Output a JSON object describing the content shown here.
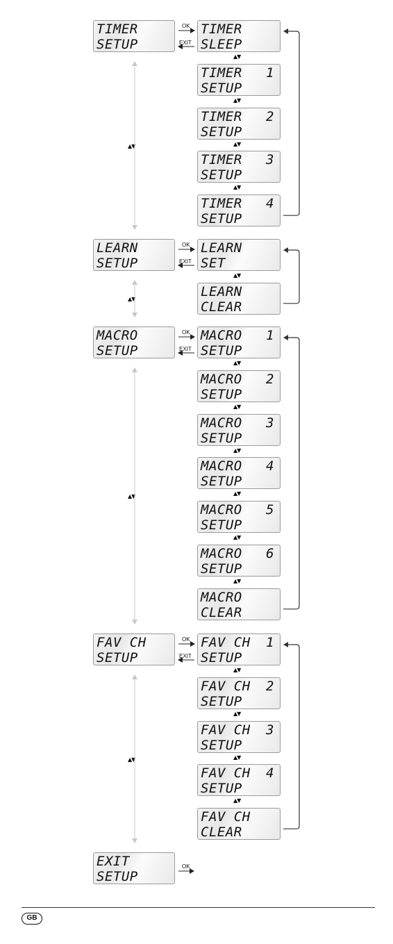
{
  "sections": [
    {
      "id": "timer",
      "main": {
        "line1": "TIMER",
        "line2": "SETUP"
      },
      "sub": [
        {
          "line1": "TIMER",
          "line2": "SLEEP",
          "num": ""
        },
        {
          "line1": "TIMER",
          "line2": "SETUP",
          "num": "1"
        },
        {
          "line1": "TIMER",
          "line2": "SETUP",
          "num": "2"
        },
        {
          "line1": "TIMER",
          "line2": "SETUP",
          "num": "3"
        },
        {
          "line1": "TIMER",
          "line2": "SETUP",
          "num": "4"
        }
      ]
    },
    {
      "id": "learn",
      "main": {
        "line1": "LEARN",
        "line2": "SETUP"
      },
      "sub": [
        {
          "line1": "LEARN",
          "line2": "SET",
          "num": ""
        },
        {
          "line1": "LEARN",
          "line2": "CLEAR",
          "num": ""
        }
      ]
    },
    {
      "id": "macro",
      "main": {
        "line1": "MACRO",
        "line2": "SETUP"
      },
      "sub": [
        {
          "line1": "MACRO",
          "line2": "SETUP",
          "num": "1"
        },
        {
          "line1": "MACRO",
          "line2": "SETUP",
          "num": "2"
        },
        {
          "line1": "MACRO",
          "line2": "SETUP",
          "num": "3"
        },
        {
          "line1": "MACRO",
          "line2": "SETUP",
          "num": "4"
        },
        {
          "line1": "MACRO",
          "line2": "SETUP",
          "num": "5"
        },
        {
          "line1": "MACRO",
          "line2": "SETUP",
          "num": "6"
        },
        {
          "line1": "MACRO",
          "line2": "CLEAR",
          "num": ""
        }
      ]
    },
    {
      "id": "favch",
      "main": {
        "line1": "FAV CH",
        "line2": "SETUP"
      },
      "sub": [
        {
          "line1": "FAV CH",
          "line2": "SETUP",
          "num": "1"
        },
        {
          "line1": "FAV CH",
          "line2": "SETUP",
          "num": "2"
        },
        {
          "line1": "FAV CH",
          "line2": "SETUP",
          "num": "3"
        },
        {
          "line1": "FAV CH",
          "line2": "SETUP",
          "num": "4"
        },
        {
          "line1": "FAV CH",
          "line2": "CLEAR",
          "num": ""
        }
      ]
    }
  ],
  "exit": {
    "line1": "EXIT",
    "line2": "SETUP"
  },
  "labels": {
    "ok": "OK",
    "exit": "EXIT",
    "updown": "▲▼"
  },
  "footer": {
    "badge": "GB"
  },
  "colors": {
    "connector": "#c8c8c8",
    "loop_line": "#333333",
    "lcd_border": "#9a9a9a"
  }
}
